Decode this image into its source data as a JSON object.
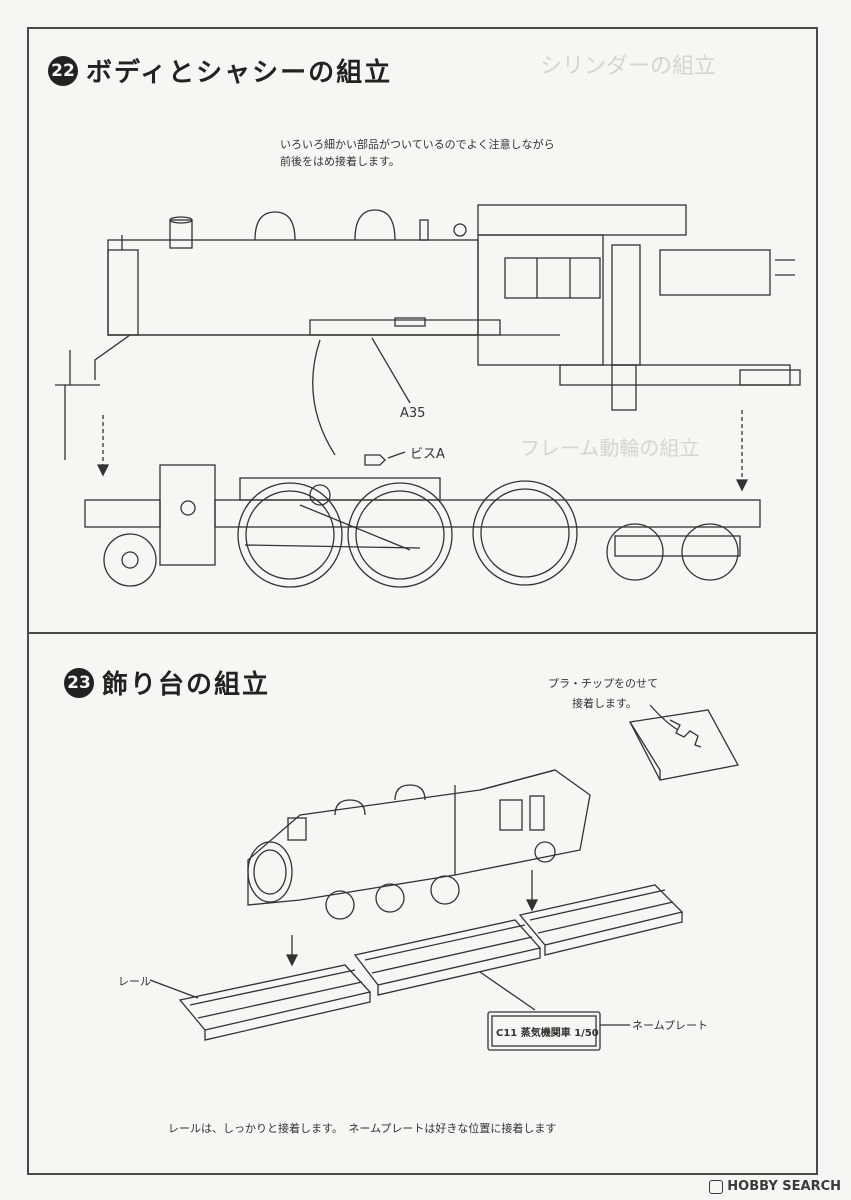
{
  "step22": {
    "number": "22",
    "title": "ボディとシャシーの組立",
    "note_line1": "いろいろ細かい部品がついているのでよく注意しながら",
    "note_line2": "前後をはめ接着します。",
    "label_a35": "A35",
    "label_screw": "ビスA"
  },
  "step23": {
    "number": "23",
    "title": "飾り台の組立",
    "note_chip_line1": "プラ・チップをのせて",
    "note_chip_line2": "接着します。",
    "label_rail": "レール",
    "label_nameplate": "ネームプレート",
    "nameplate_text": "C11 蒸気機関車 1/50",
    "footer_note": "レールは、しっかりと接着します。　ネームプレートは好きな位置に接着します"
  },
  "watermark": {
    "text": "HOBBY SEARCH"
  }
}
